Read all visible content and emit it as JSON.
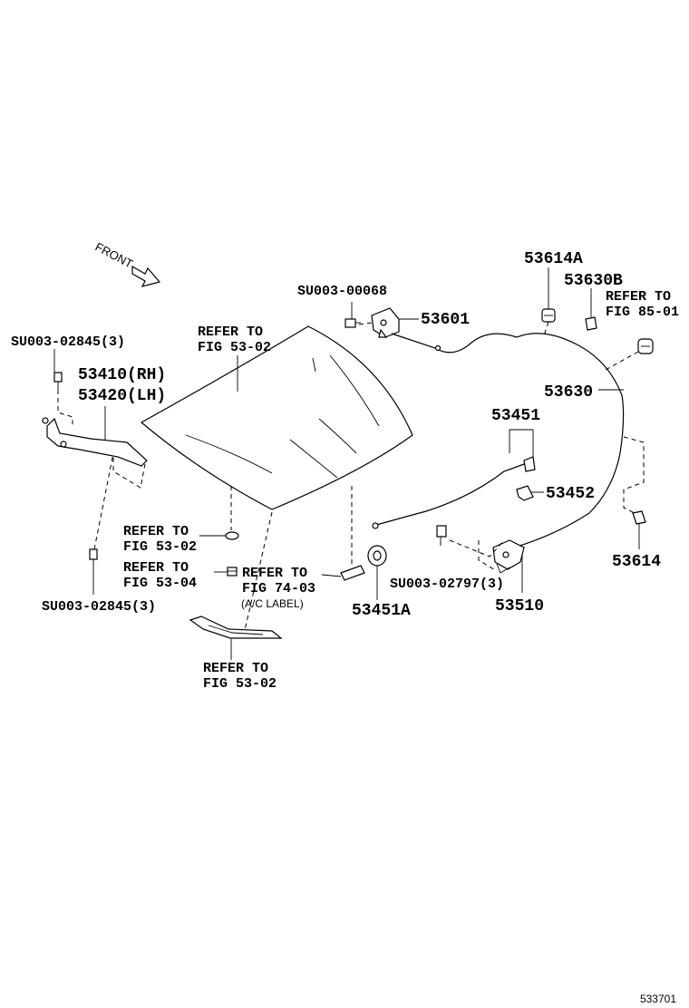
{
  "front_label": "FRONT",
  "figure_code": "533701",
  "labels": {
    "p53614a": "53614A",
    "p53630b": "53630B",
    "ref_85_l1": "REFER TO",
    "ref_85_l2": "FIG 85-01",
    "su00068": "SU003-00068",
    "p53601": "53601",
    "ref_hood_l1": "REFER TO",
    "ref_hood_l2": "FIG 53-02",
    "su02845_top": "SU003-02845(3)",
    "p53410": "53410(RH)",
    "p53420": "53420(LH)",
    "p53630": "53630",
    "p53451": "53451",
    "p53452": "53452",
    "p53614": "53614",
    "ref_5302a_l1": "REFER TO",
    "ref_5302a_l2": "FIG 53-02",
    "ref_5304_l1": "REFER TO",
    "ref_5304_l2": "FIG 53-04",
    "ref_7403_l1": "REFER TO",
    "ref_7403_l2": "FIG 74-03",
    "ac_label": "(A/C LABEL)",
    "su02845_bot": "SU003-02845(3)",
    "p53451a": "53451A",
    "su02797": "SU003-02797(3)",
    "p53510": "53510",
    "ref_5302b_l1": "REFER TO",
    "ref_5302b_l2": "FIG 53-02"
  }
}
